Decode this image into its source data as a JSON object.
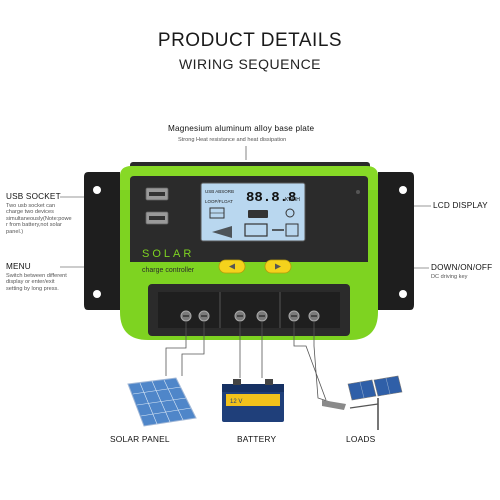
{
  "header": {
    "title": "PRODUCT DETAILS",
    "subtitle": "WIRING SEQUENCE"
  },
  "callouts": {
    "base_plate": {
      "label": "Magnesium aluminum alloy base plate",
      "desc": "Strong Heat resistance and heat dissipation"
    },
    "usb_socket": {
      "label": "USB SOCKET",
      "desc_lines": [
        "Two usb socket can",
        "charge two devices",
        "simultaneously(Note:powe",
        "r from battery,not solar",
        "panel.)"
      ]
    },
    "lcd_display": {
      "label": "LCD DISPLAY"
    },
    "menu": {
      "label": "MENU",
      "desc_lines": [
        "Switch between different",
        "display or enter/exit",
        "setting by long press."
      ]
    },
    "down_on_off": {
      "label": "DOWN/ON/OFF",
      "desc": "DC driving key"
    }
  },
  "device": {
    "brand": "SOLAR",
    "subtitle": "charge controller",
    "lcd_digits": "88.8.8",
    "lcd_unit": "KWAH"
  },
  "components": {
    "solar_panel": "SOLAR PANEL",
    "battery": "BATTERY",
    "battery_voltage": "12 V",
    "loads": "LOADS"
  },
  "colors": {
    "case_green": "#7ed321",
    "body_dark": "#2b2b2b",
    "button_yellow": "#f4d21c",
    "lcd_blue": "#b9d7ef",
    "bracket": "#1e1e1e"
  }
}
